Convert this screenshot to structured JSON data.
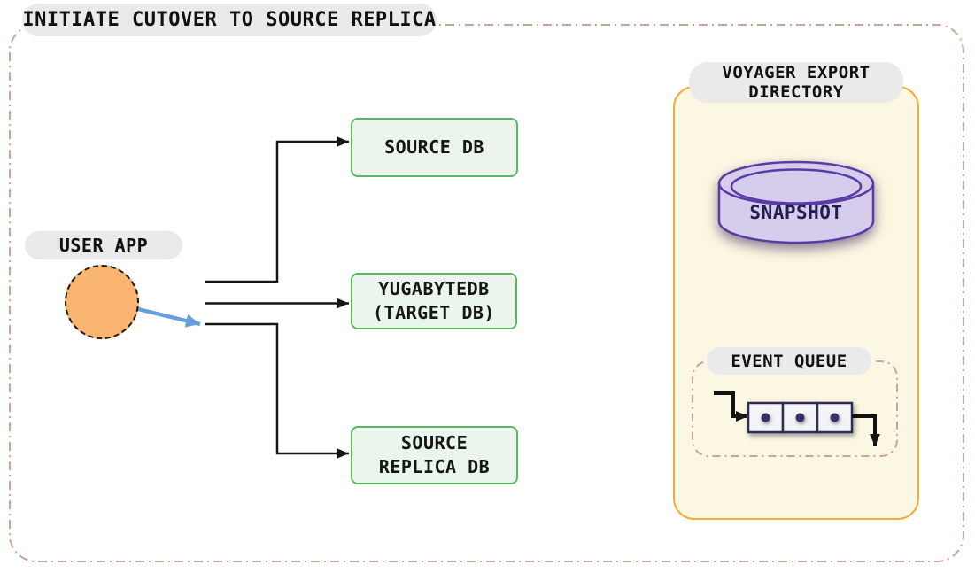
{
  "title": "INITIATE CUTOVER TO SOURCE REPLICA",
  "nodes": {
    "user_app": {
      "label": "USER APP",
      "icon": "user-app-circle-node"
    },
    "source_db": {
      "label": "SOURCE DB"
    },
    "target_db": {
      "line1": "YUGABYTEDB",
      "line2": "(TARGET DB)"
    },
    "source_replica": {
      "line1": "SOURCE",
      "line2": "REPLICA DB"
    }
  },
  "voyager": {
    "label_line1": "VOYAGER EXPORT",
    "label_line2": "DIRECTORY",
    "snapshot": {
      "label": "SNAPSHOT",
      "icon": "database-cylinder-icon"
    },
    "event_queue": {
      "label": "EVENT QUEUE",
      "icon": "queue-slots-icon",
      "slot_count": 3
    }
  },
  "connections": [
    {
      "from": "user_app",
      "to": "source_db",
      "style": "black-arrow"
    },
    {
      "from": "user_app",
      "to": "target_db",
      "style": "black-arrow"
    },
    {
      "from": "user_app",
      "to": "source_replica",
      "style": "black-arrow"
    },
    {
      "from": "user_app",
      "to": "source_replica_line",
      "style": "blue-cutover-arrow"
    }
  ],
  "colors": {
    "outer_border": "#C9A596",
    "pill_bg": "#EAEAEA",
    "node_fill": "#EAF6EC",
    "node_border": "#5CB567",
    "user_app_fill": "#F9B470",
    "cutover_arrow_blue": "#66A0DC",
    "panel_fill": "#FCF7E2",
    "panel_border": "#F0AD35",
    "cylinder_fill": "#D6CCEC",
    "cylinder_border": "#5A3AA5",
    "cylinder_text": "#251D52",
    "queue_slot_border": "#2E2D55",
    "connector": "#161616"
  }
}
